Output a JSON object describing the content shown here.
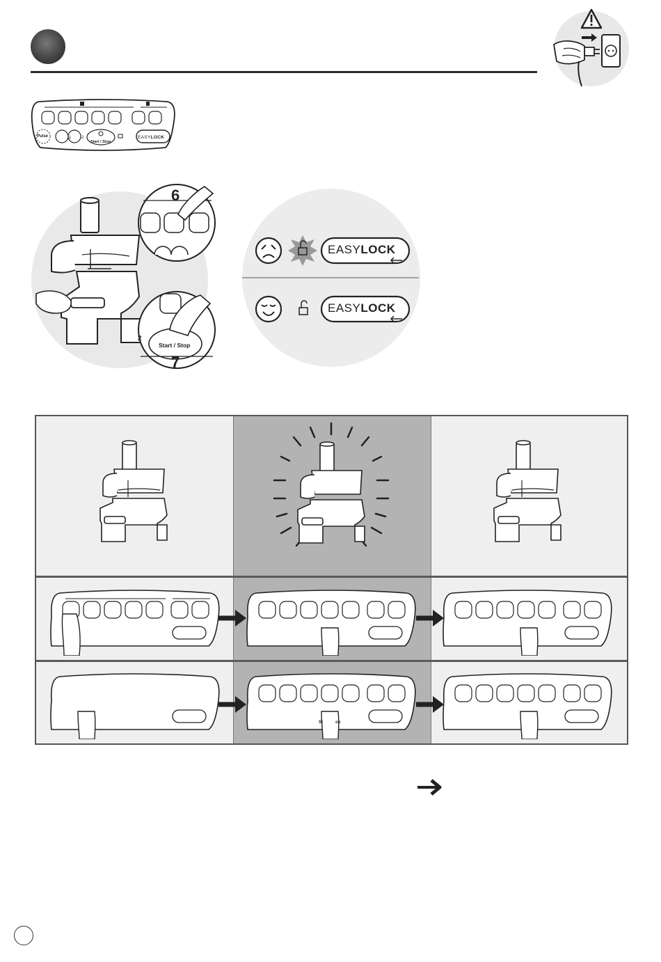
{
  "panel_text": {
    "pulse": "Pulse",
    "start_stop": "Start / Stop",
    "speed1": "1",
    "speed2": "2",
    "easy": "EASY",
    "lock": "LOCK"
  },
  "step_numbers": {
    "step6": "6",
    "step7": "7"
  },
  "closeup_text": {
    "start_stop": "Start / Stop",
    "speed2": "2"
  },
  "easylock_status": {
    "locked_easy": "EASY",
    "locked_lock": "LOCK",
    "unlocked_easy": "EASY",
    "unlocked_lock": "LOCK"
  },
  "sequence": {
    "partial_start": "St",
    "partial_end": "op"
  },
  "colors": {
    "panel_gray": "#b3b3b3",
    "panel_light": "#efefef",
    "ink": "#222222"
  }
}
